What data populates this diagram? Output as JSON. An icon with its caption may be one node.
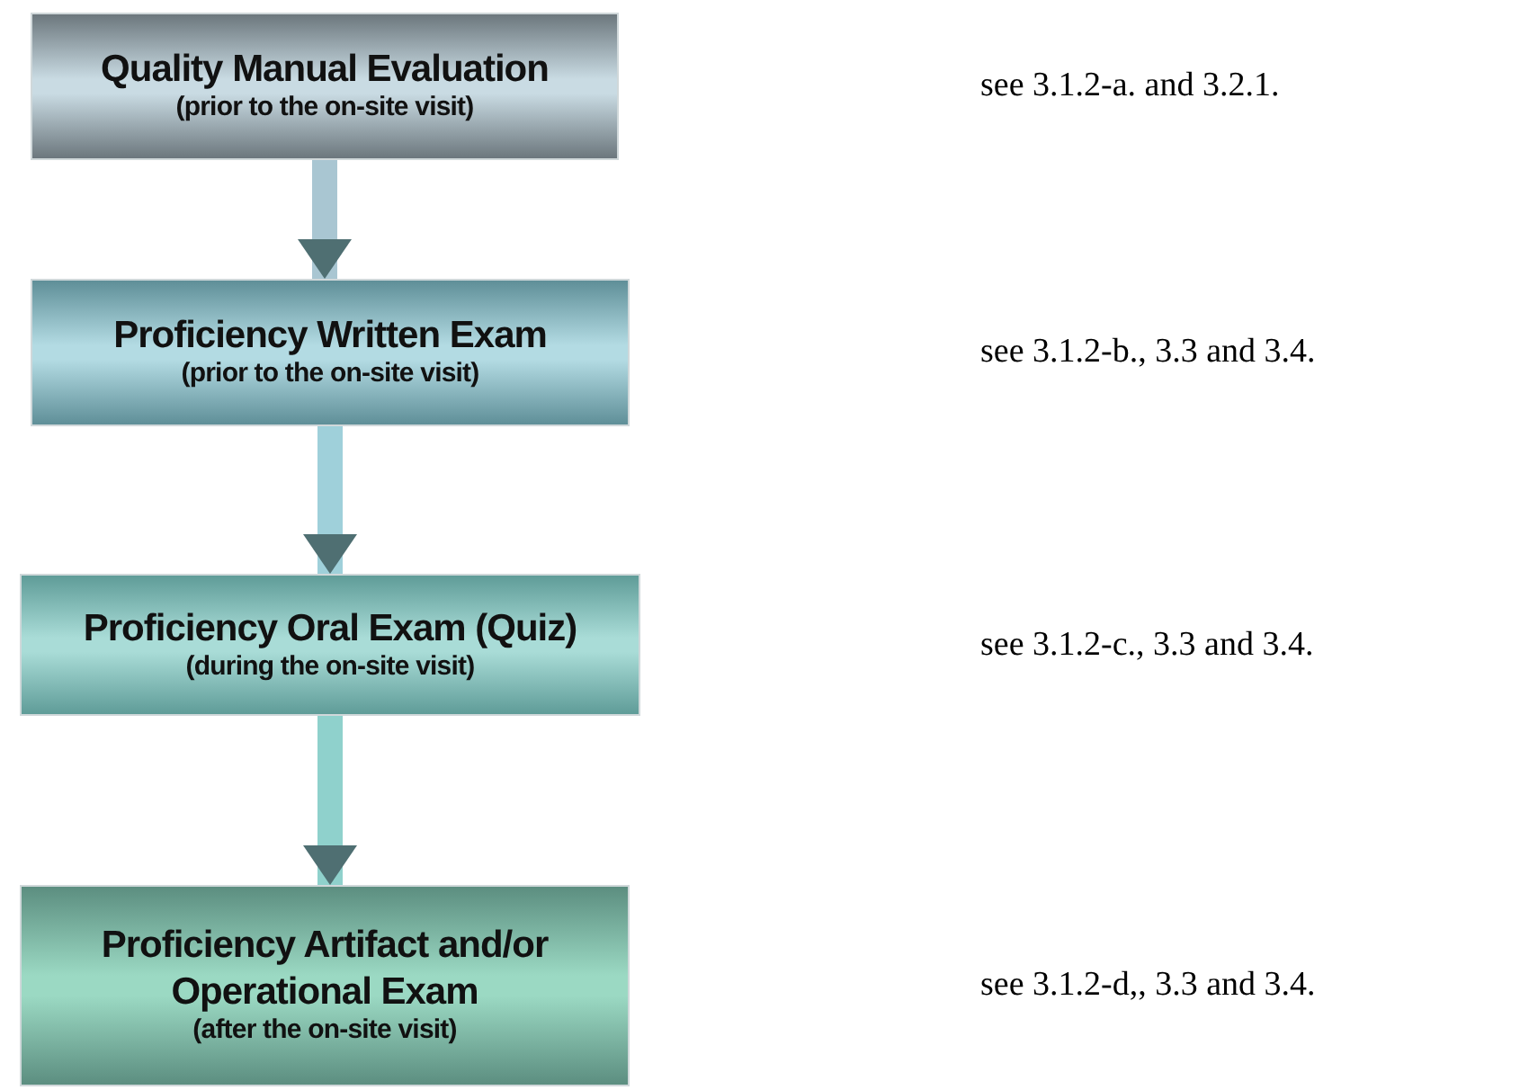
{
  "diagram": {
    "nodes": [
      {
        "text": [
          "Quality Manual Evaluation",
          "(prior to the on-site visit)"
        ]
      },
      {
        "text": [
          "Proficiency Written Exam",
          "(prior to the on-site visit)"
        ]
      },
      {
        "text": [
          "Proficiency Oral Exam (Quiz)",
          "(during the on-site visit)"
        ]
      },
      {
        "text": [
          "Proficiency Artifact and/or Operational Exam",
          "(after the on-site visit)"
        ]
      }
    ],
    "labels": [
      "see 3.1.2-a. and 3.2.1.",
      "see 3.1.2-b., 3.3 and 3.4.",
      "see 3.1.2-c., 3.3 and 3.4.",
      "see 3.1.2-d,, 3.3 and 3.4."
    ],
    "edges": [
      {
        "from": 0,
        "to": 1,
        "arrow": "to"
      },
      {
        "from": 1,
        "to": 2,
        "arrow": "to"
      },
      {
        "from": 2,
        "to": 3,
        "arrow": "to"
      }
    ]
  }
}
